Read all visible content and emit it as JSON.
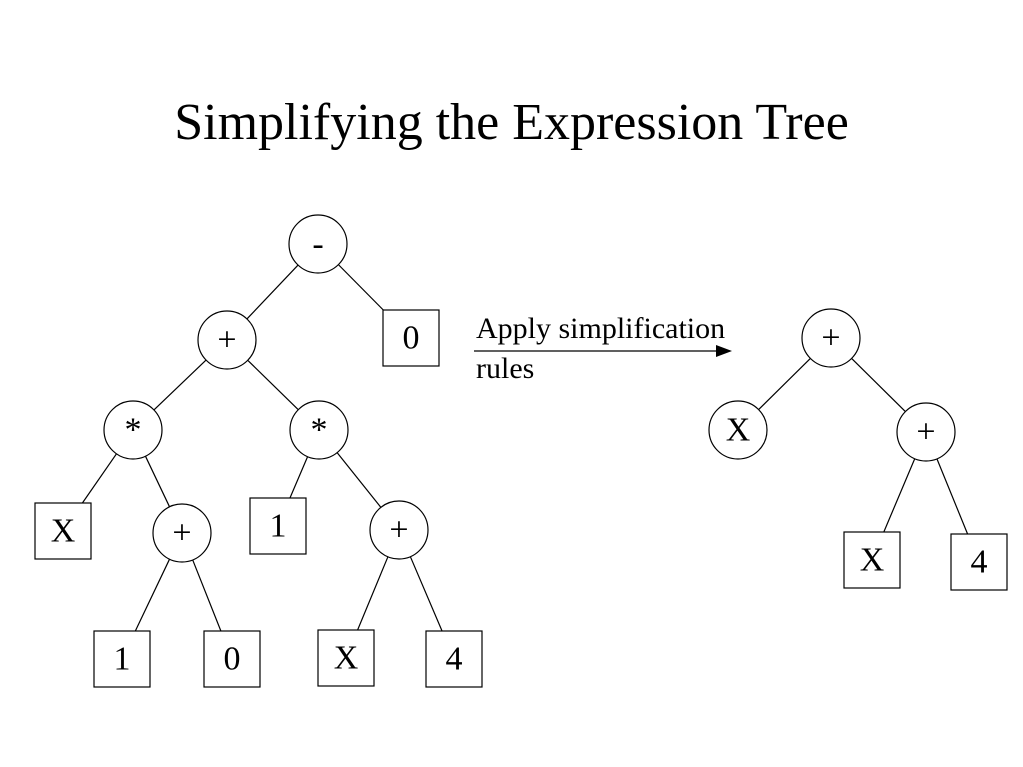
{
  "title": "Simplifying the Expression Tree",
  "arrow_label_lines": [
    "Apply simplification",
    "rules"
  ],
  "colors": {
    "stroke": "#000000",
    "fill": "#ffffff",
    "text": "#000000"
  },
  "trees": [
    {
      "name": "original",
      "nodes": [
        {
          "id": "o-minus",
          "label": "-",
          "shape": "circle"
        },
        {
          "id": "o-plus1",
          "label": "+",
          "shape": "circle"
        },
        {
          "id": "o-zero1",
          "label": "0",
          "shape": "box"
        },
        {
          "id": "o-mul1",
          "label": "*",
          "shape": "circle"
        },
        {
          "id": "o-mul2",
          "label": "*",
          "shape": "circle"
        },
        {
          "id": "o-x1",
          "label": "X",
          "shape": "box"
        },
        {
          "id": "o-plus2",
          "label": "+",
          "shape": "circle"
        },
        {
          "id": "o-one1",
          "label": "1",
          "shape": "box"
        },
        {
          "id": "o-plus3",
          "label": "+",
          "shape": "circle"
        },
        {
          "id": "o-one2",
          "label": "1",
          "shape": "box"
        },
        {
          "id": "o-zero2",
          "label": "0",
          "shape": "box"
        },
        {
          "id": "o-x2",
          "label": "X",
          "shape": "box"
        },
        {
          "id": "o-four1",
          "label": "4",
          "shape": "box"
        }
      ],
      "edges": [
        [
          "o-minus",
          "o-plus1"
        ],
        [
          "o-minus",
          "o-zero1"
        ],
        [
          "o-plus1",
          "o-mul1"
        ],
        [
          "o-plus1",
          "o-mul2"
        ],
        [
          "o-mul1",
          "o-x1"
        ],
        [
          "o-mul1",
          "o-plus2"
        ],
        [
          "o-mul2",
          "o-one1"
        ],
        [
          "o-mul2",
          "o-plus3"
        ],
        [
          "o-plus2",
          "o-one2"
        ],
        [
          "o-plus2",
          "o-zero2"
        ],
        [
          "o-plus3",
          "o-x2"
        ],
        [
          "o-plus3",
          "o-four1"
        ]
      ]
    },
    {
      "name": "simplified",
      "nodes": [
        {
          "id": "s-plus1",
          "label": "+",
          "shape": "circle"
        },
        {
          "id": "s-x1",
          "label": "X",
          "shape": "circle"
        },
        {
          "id": "s-plus2",
          "label": "+",
          "shape": "circle"
        },
        {
          "id": "s-x2",
          "label": "X",
          "shape": "box"
        },
        {
          "id": "s-four",
          "label": "4",
          "shape": "box"
        }
      ],
      "edges": [
        [
          "s-plus1",
          "s-x1"
        ],
        [
          "s-plus1",
          "s-plus2"
        ],
        [
          "s-plus2",
          "s-x2"
        ],
        [
          "s-plus2",
          "s-four"
        ]
      ]
    }
  ]
}
